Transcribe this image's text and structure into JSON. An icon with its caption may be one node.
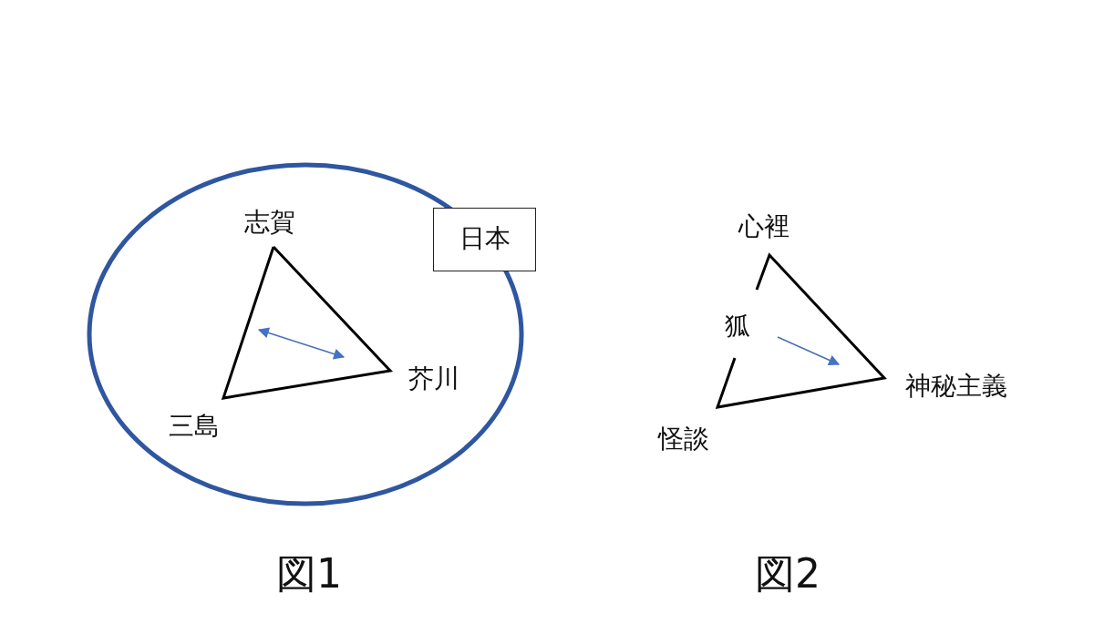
{
  "diagram": {
    "nodes": [
      {
        "text": [],
        "shape": "ellipse"
      },
      {
        "text": [
          "日本"
        ]
      },
      {
        "text": [],
        "shape": "triangle",
        "in": 0,
        "beside": [
          "志賀",
          "芥川",
          "三島"
        ]
      },
      {
        "text": [
          "狐"
        ],
        "beside": [
          "心裡",
          "神秘主義",
          "怪談"
        ]
      }
    ],
    "labels": [
      "図1",
      "図2"
    ]
  }
}
